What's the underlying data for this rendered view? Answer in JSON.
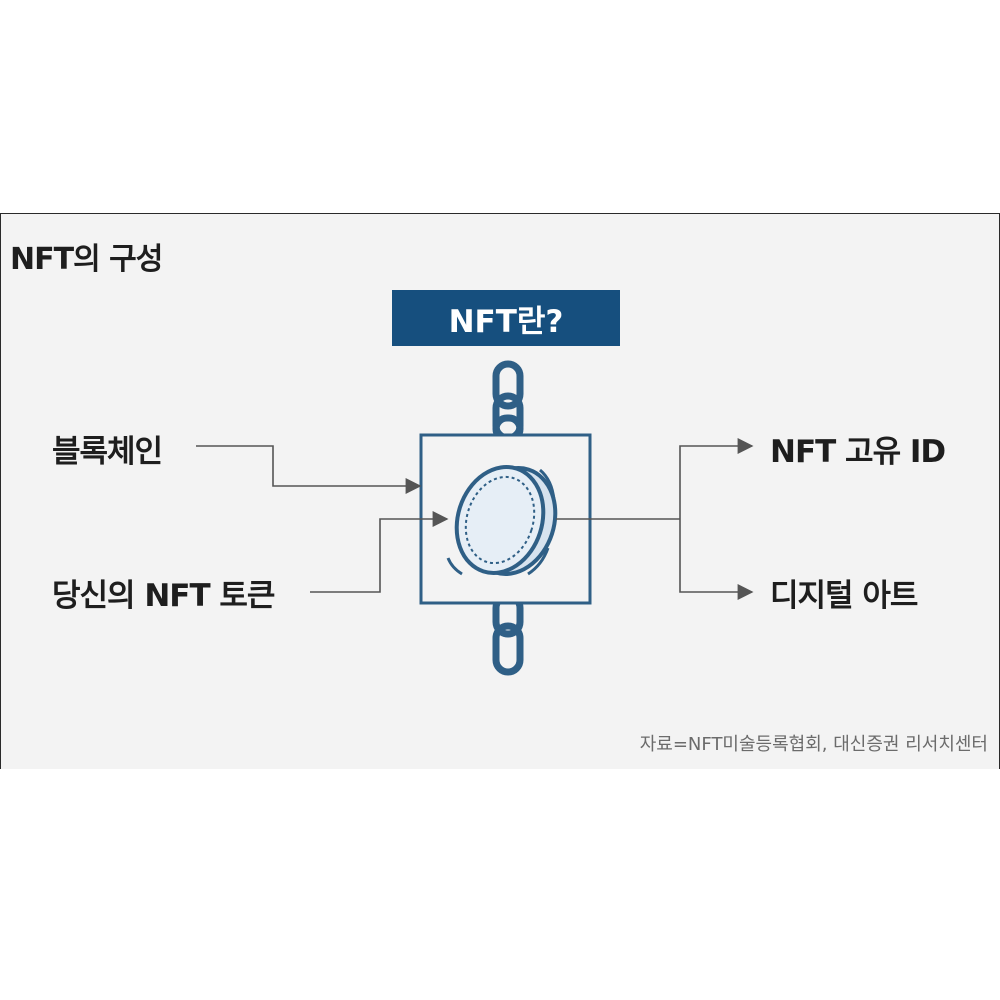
{
  "title": "NFT의 구성",
  "header": "NFT란?",
  "labels": {
    "blockchain": "블록체인",
    "token": "당신의 NFT 토큰",
    "unique_id": "NFT 고유 ID",
    "digital_art": "디지털 아트"
  },
  "source": "자료=NFT미술등록협회, 대신증권 리서치센터",
  "colors": {
    "accent": "#164f7e",
    "frame": "#2f5f86",
    "coin_fill": "#dbe6f1",
    "arrow": "#555555"
  }
}
